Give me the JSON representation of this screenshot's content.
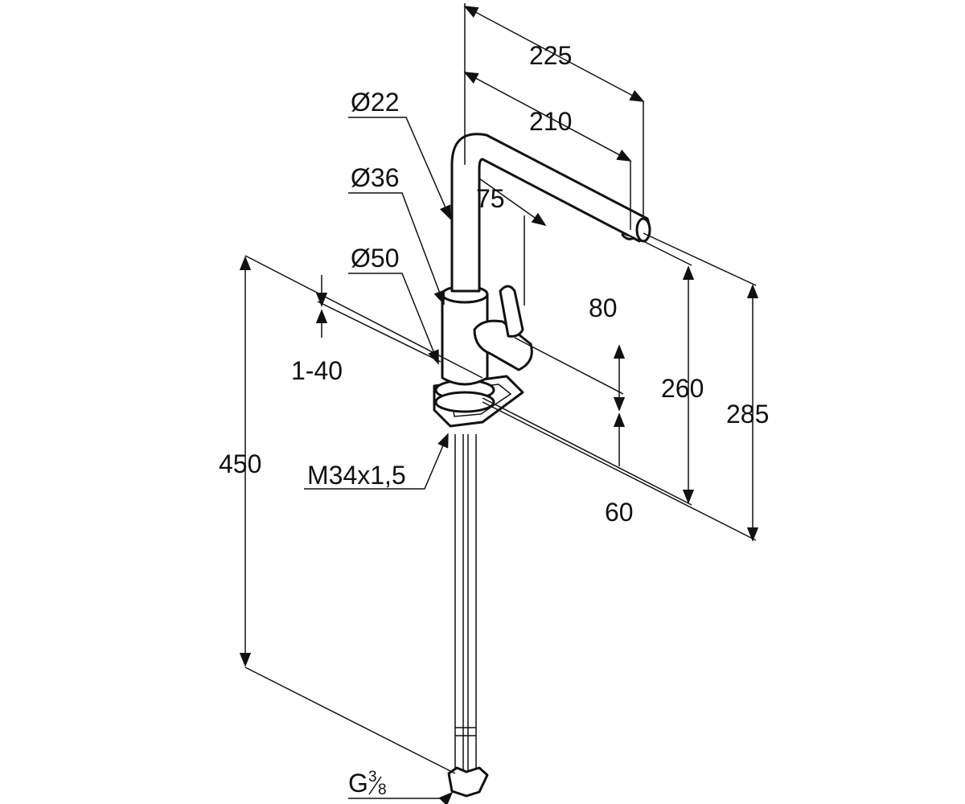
{
  "labels": {
    "d22": "Ø22",
    "d36": "Ø36",
    "d50": "Ø50",
    "w225": "225",
    "w210": "210",
    "w75": "75",
    "h80": "80",
    "h260": "260",
    "h285": "285",
    "h60": "60",
    "r1_40": "1-40",
    "h450": "450",
    "thread": "M34x1,5",
    "conn_g": "G",
    "conn_frac_num": "3",
    "conn_frac_den": "8"
  },
  "colors": {
    "line": "#111111",
    "background": "#ffffff"
  }
}
